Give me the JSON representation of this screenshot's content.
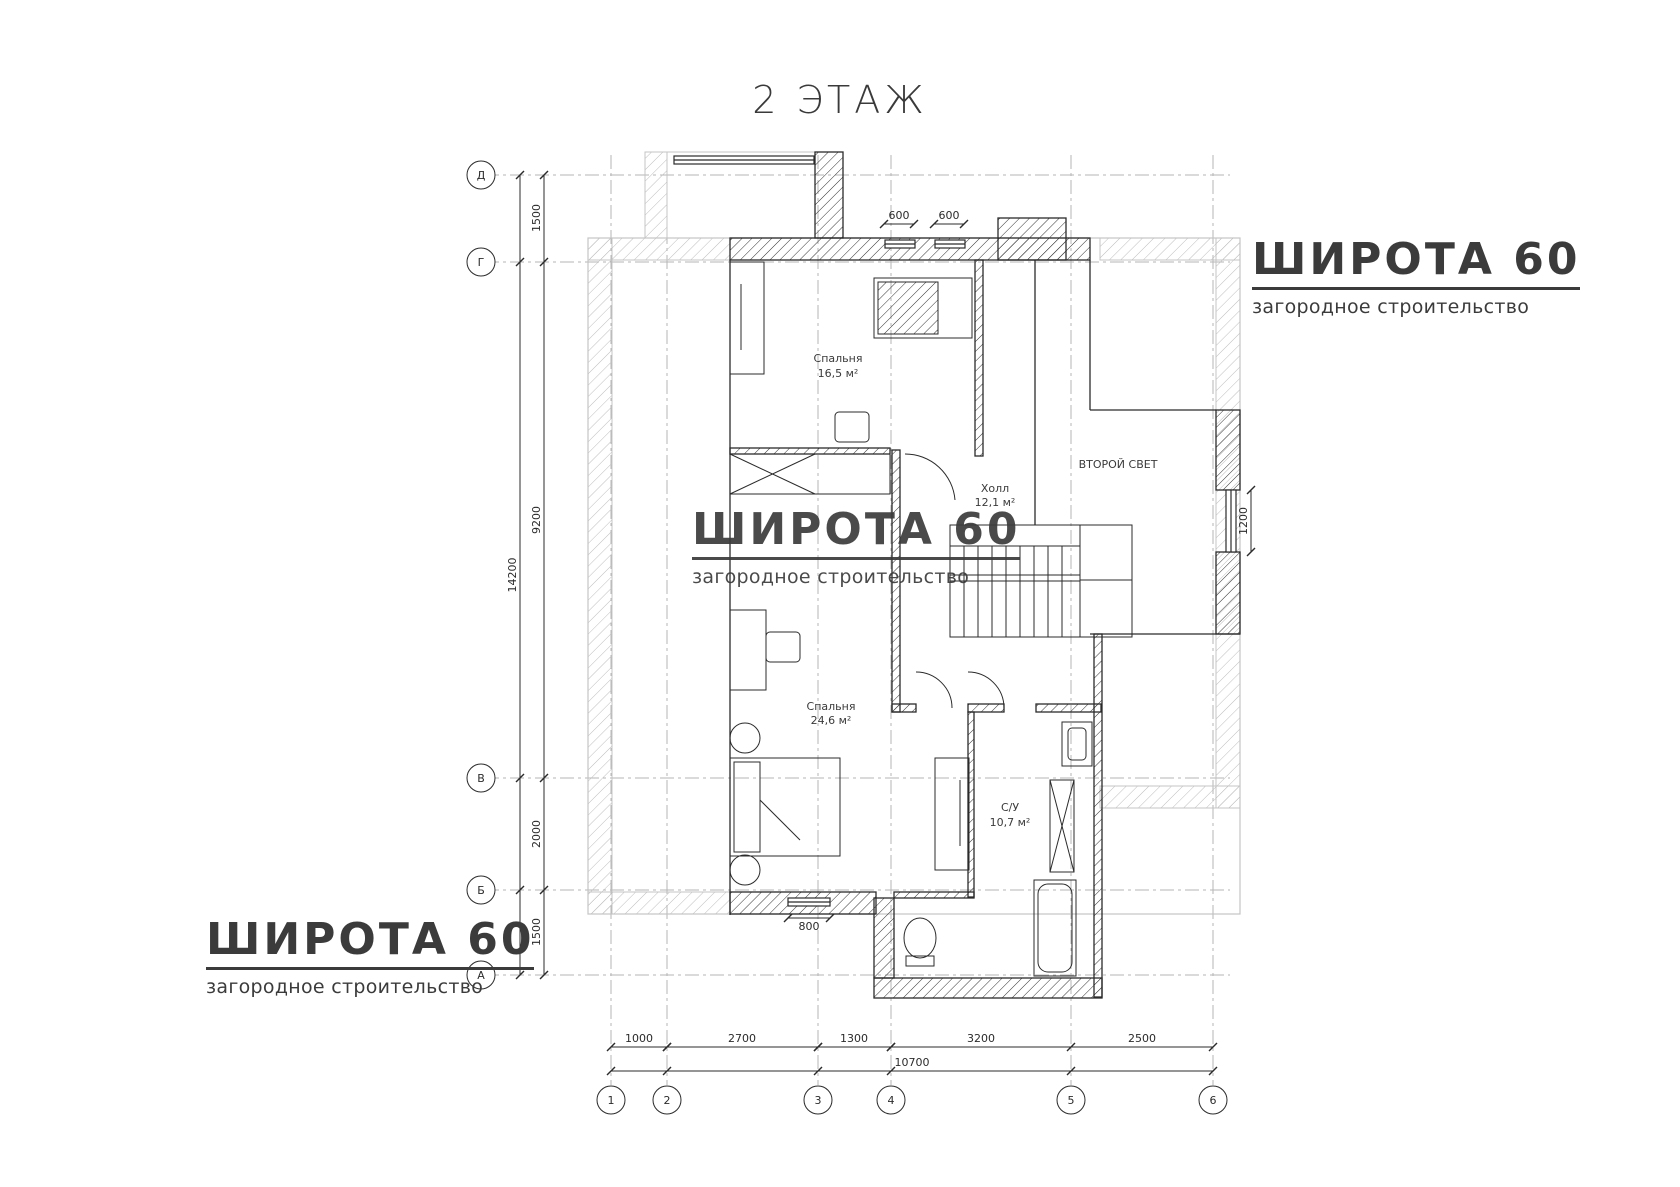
{
  "title": "2 ЭТАЖ",
  "logo": {
    "name": "ШИРОТА 60",
    "subtitle": "загородное строительство"
  },
  "rooms": [
    {
      "id": "bedroom1",
      "name": "Спальня",
      "area": "16,5 м²"
    },
    {
      "id": "hall",
      "name": "Холл",
      "area": "12,1 м²"
    },
    {
      "id": "second_light",
      "name": "ВТОРОЙ СВЕТ",
      "area": ""
    },
    {
      "id": "bedroom2",
      "name": "Спальня",
      "area": "24,6 м²"
    },
    {
      "id": "bathroom",
      "name": "С/У",
      "area": "10,7 м²"
    }
  ],
  "axes": {
    "vertical": [
      "1",
      "2",
      "3",
      "4",
      "5",
      "6"
    ],
    "horizontal": [
      "Д",
      "Г",
      "В",
      "Б",
      "А"
    ]
  },
  "dimensions": {
    "bottom_segments": [
      "1000",
      "2700",
      "1300",
      "3200",
      "2500"
    ],
    "bottom_total": "10700",
    "left_segments": [
      "1500",
      "9200",
      "2000",
      "1500"
    ],
    "left_total": "14200",
    "windows_top": [
      "600",
      "600"
    ],
    "window_right": "1200",
    "window_bottom": "800"
  },
  "colors": {
    "line": "#2b2b2b",
    "faint": "#9a9a9a",
    "text": "#3a3a3a"
  }
}
